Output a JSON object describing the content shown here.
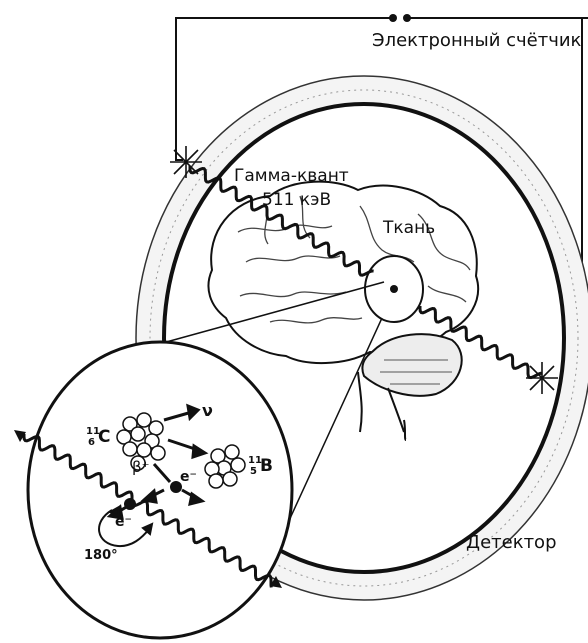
{
  "labels": {
    "counter": "Электронный счётчик",
    "gamma": "Гамма-квант",
    "energy": "511 кэВ",
    "tissue": "Ткань",
    "detector": "Детектор",
    "nu": "ν",
    "beta": "β⁺",
    "e_plus": "e⁻",
    "e_minus": "e⁻",
    "angle": "180°"
  },
  "isotopes": {
    "carbon": {
      "mass": "11",
      "z": "6",
      "symbol": "C"
    },
    "boron": {
      "mass": "11",
      "z": "5",
      "symbol": "B"
    }
  }
}
